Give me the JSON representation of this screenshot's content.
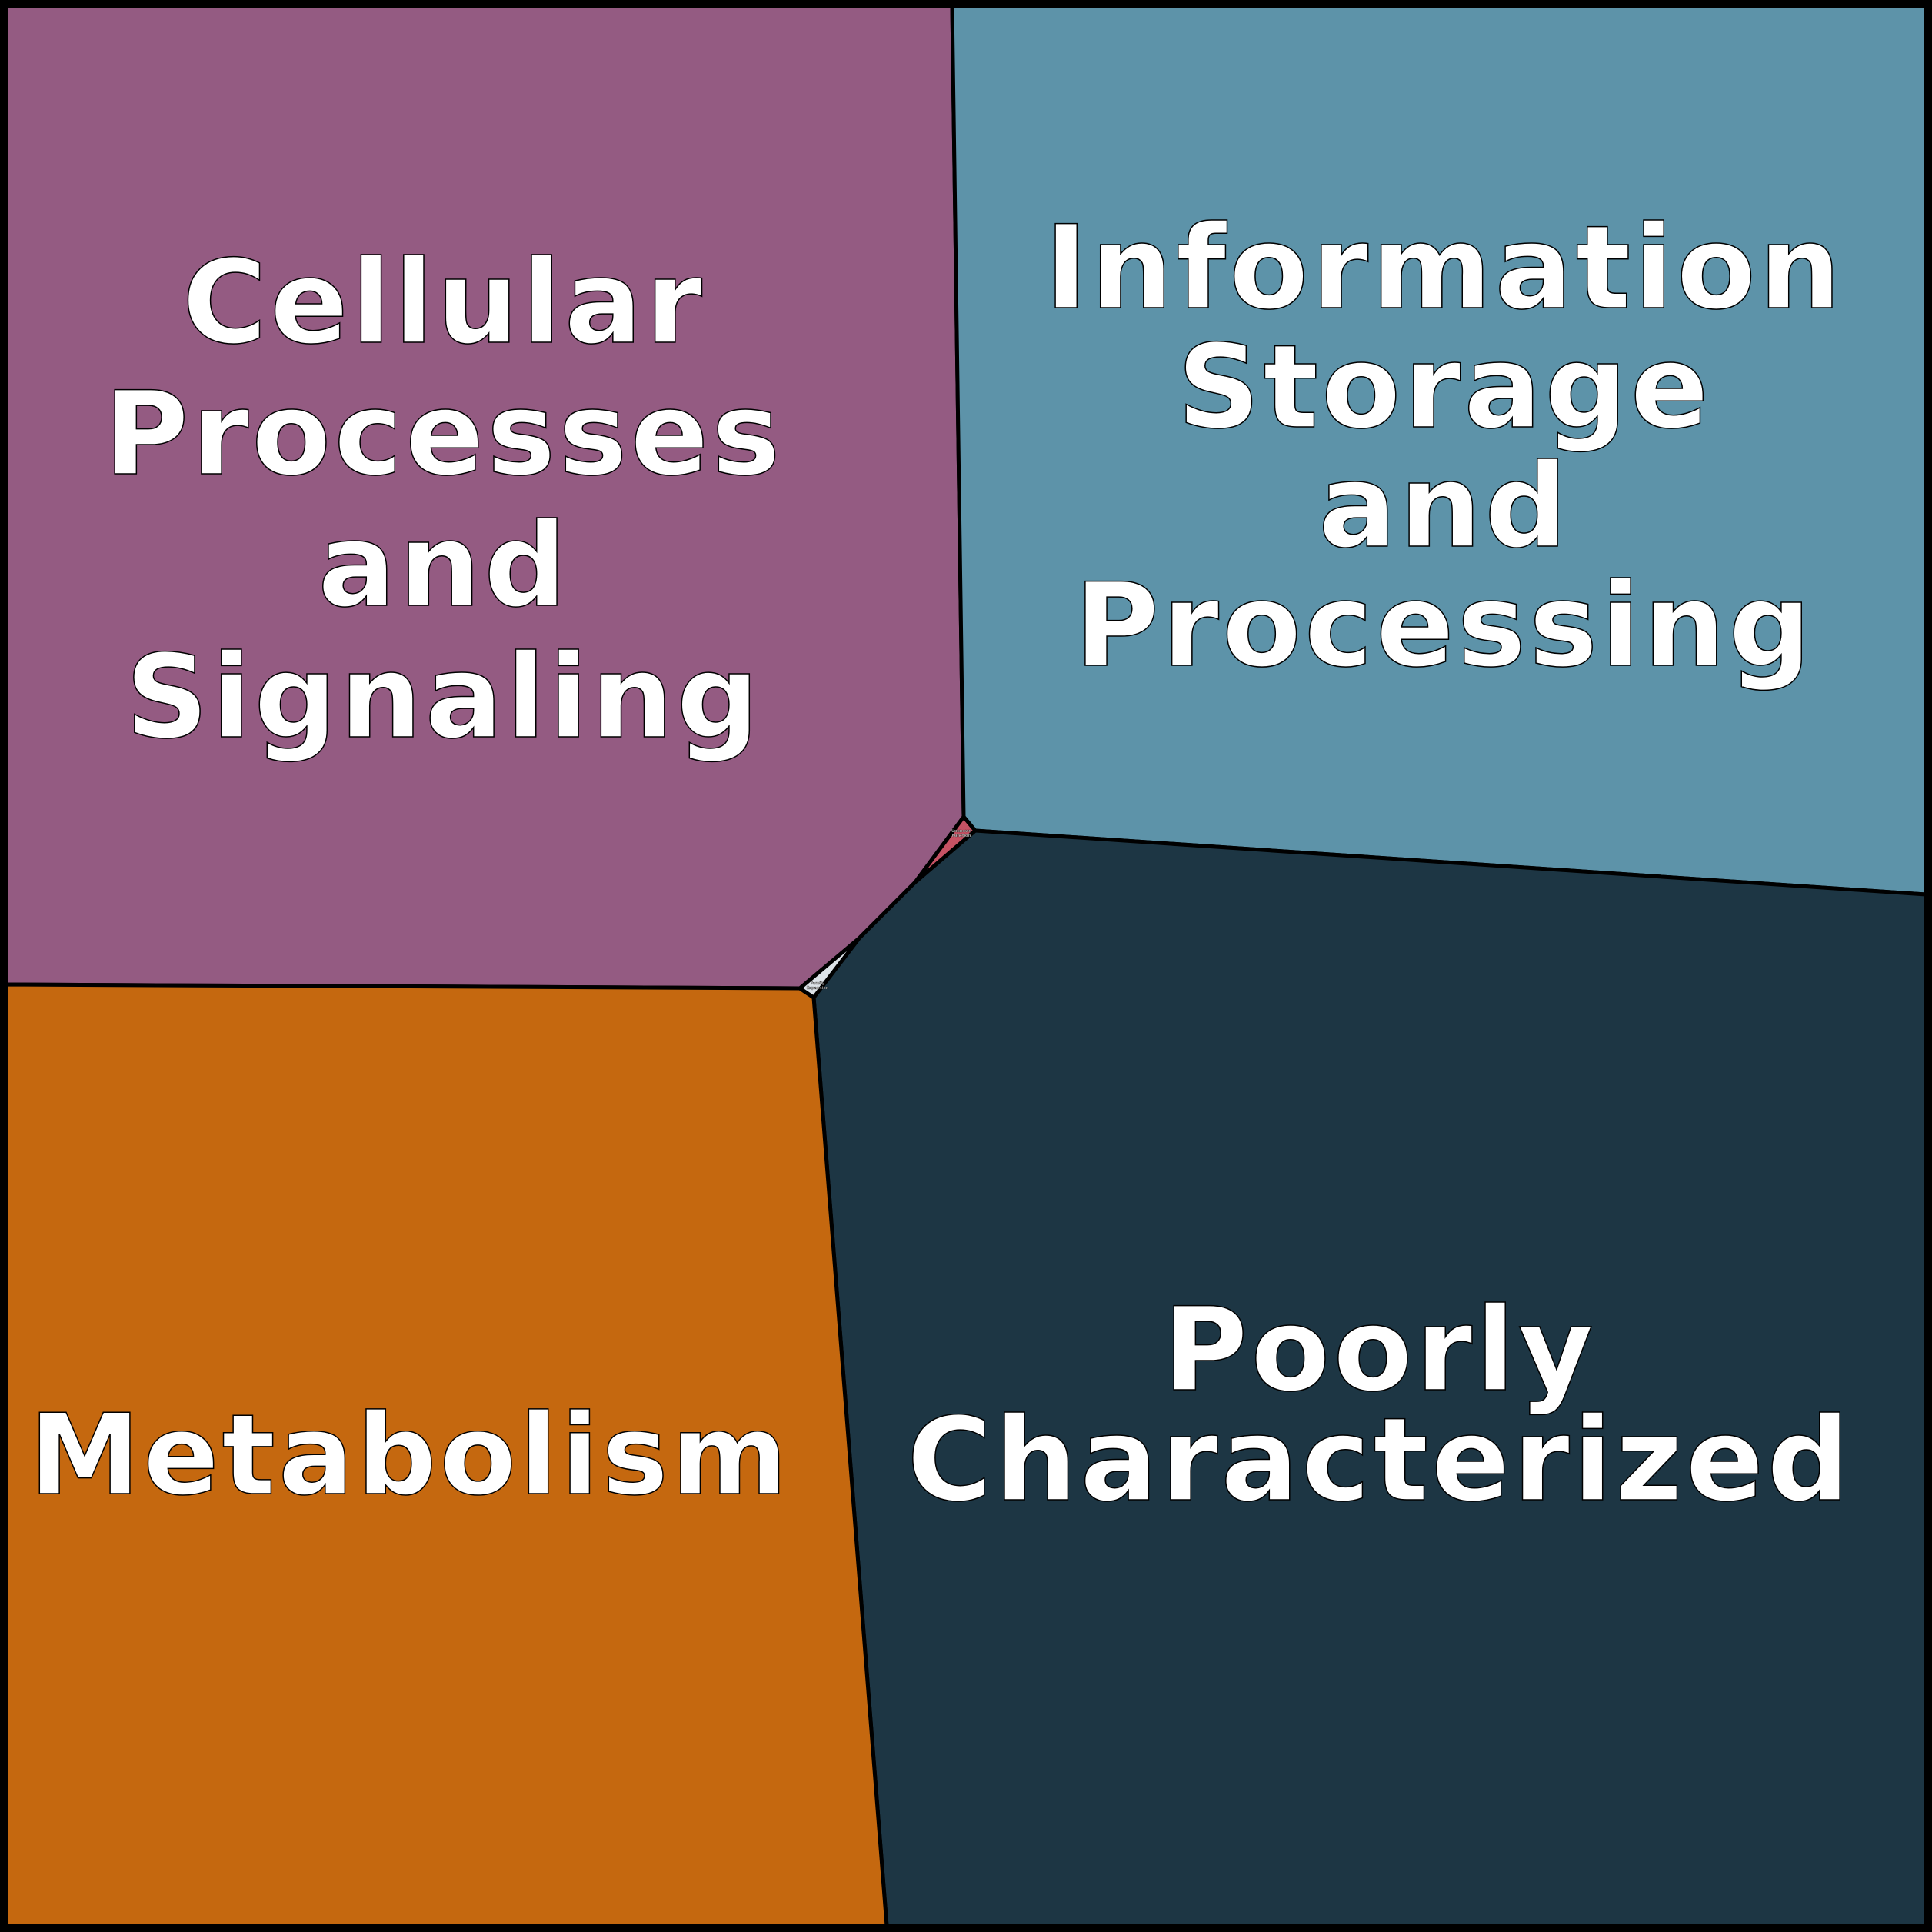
{
  "chart_data": {
    "type": "voronoi-treemap",
    "title": "",
    "cells": [
      {
        "name": "Cellular Processes and Signaling",
        "lines": [
          "Cellular",
          "Processes",
          "and",
          "Signaling"
        ],
        "color": "#945b82"
      },
      {
        "name": "Information Storage and Processing",
        "lines": [
          "Information",
          "Storage",
          "and",
          "Processing"
        ],
        "color": "#5d93a9"
      },
      {
        "name": "Poorly Characterized",
        "lines": [
          "Poorly",
          "Characterized"
        ],
        "color": "#1d3644"
      },
      {
        "name": "Metabolism",
        "lines": [
          "Metabolism"
        ],
        "color": "#c5680f"
      },
      {
        "name": "Unknown Function",
        "lines": [
          "Unknown",
          "Function"
        ],
        "color": "#c65264"
      },
      {
        "name": "Family Expansion",
        "lines": [
          "Family",
          "Expansion"
        ],
        "color": "#dde3e8"
      }
    ]
  }
}
